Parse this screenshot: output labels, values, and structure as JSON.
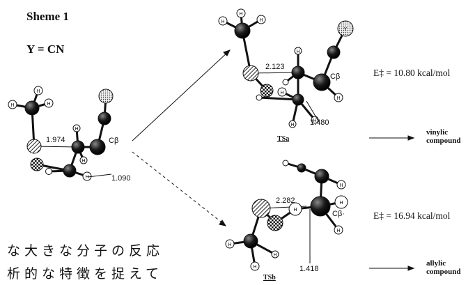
{
  "scheme": {
    "title": "Sheme 1",
    "substituent": "Y = CN"
  },
  "reactant": {
    "dist_long": "1.974",
    "dist_short": "1.090",
    "carbon_label": "Cβ"
  },
  "ts_a": {
    "name": "TSa",
    "dist_long": "2.123",
    "dist_short": "1.480",
    "carbon_label": "Cβ",
    "energy": "E‡ = 10.80 kcal/mol",
    "product_line1": "vinylic",
    "product_line2": "compound"
  },
  "ts_b": {
    "name": "TSb",
    "dist_long": "2.282",
    "dist_short": "1.418",
    "carbon_label": "Cβ·",
    "energy": "E‡ = 16.94 kcal/mol",
    "product_line1": "allylic",
    "product_line2": "compound"
  },
  "body_text": {
    "line1": "な大きな分子の反応",
    "line2": "析的な特徴を捉えて"
  },
  "atom_labels": {
    "hydrogen": "H",
    "y_group": "Y"
  },
  "colors": {
    "ink": "#111111",
    "hatch": "#222222"
  }
}
